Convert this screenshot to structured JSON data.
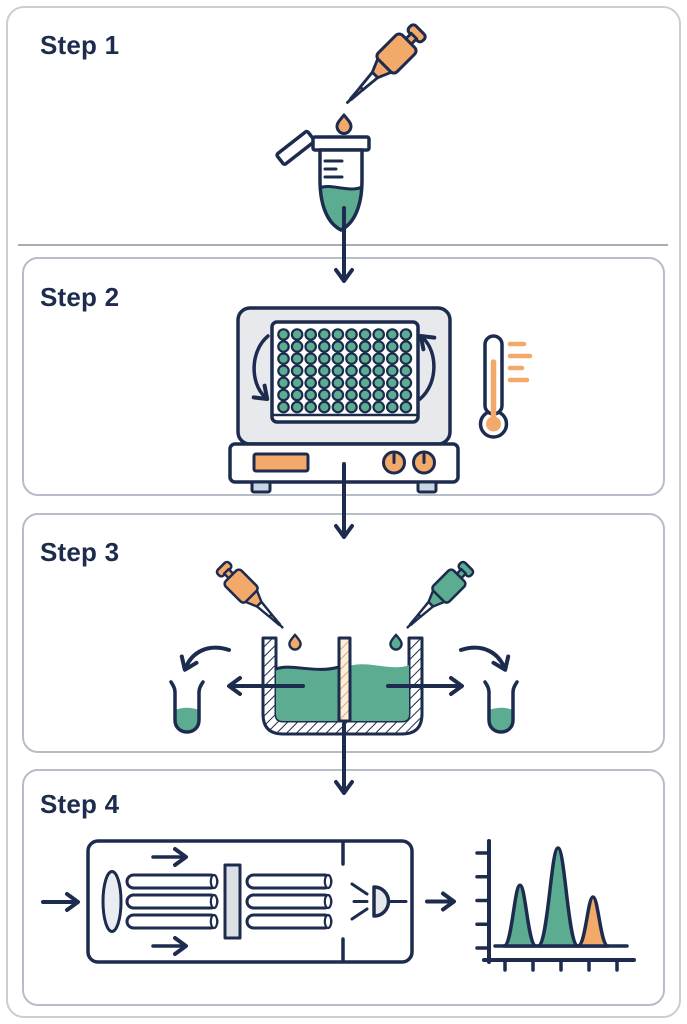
{
  "page": {
    "background": "#ffffff"
  },
  "palette": {
    "navy": "#1d2c4e",
    "teal": "#5cac92",
    "orange": "#f2a96a",
    "machine_gray": "#e8e9ec",
    "panel_border": "#b7bdc7"
  },
  "steps": [
    {
      "label": "Step 1",
      "icons": [
        "pipette-icon",
        "droplet-icon",
        "microcentrifuge-tube-icon"
      ]
    },
    {
      "label": "Step 2",
      "icons": [
        "plate-shaker-icon",
        "well-plate-icon",
        "rotation-arrow-icon",
        "thermometer-icon",
        "heat-lines-icon"
      ]
    },
    {
      "label": "Step 3",
      "icons": [
        "pipette-icon",
        "droplet-icon",
        "two-chamber-vessel-icon",
        "collection-tube-icon",
        "transfer-arrow-icon"
      ]
    },
    {
      "label": "Step 4",
      "icons": [
        "capillary-device-icon",
        "lens-icon",
        "filter-icon",
        "detector-icon",
        "chromatogram-icon"
      ]
    }
  ],
  "well_plate": {
    "rows": 7,
    "cols": 10
  },
  "chart_data": {
    "type": "area",
    "title": "",
    "xlabel": "",
    "ylabel": "",
    "x_tick_count": 5,
    "y_tick_count": 5,
    "grid": false,
    "legend": false,
    "peaks": [
      {
        "name": "peak-1",
        "relative_height": 0.62,
        "color": "#5cac92"
      },
      {
        "name": "peak-2",
        "relative_height": 1.0,
        "color": "#5cac92"
      },
      {
        "name": "peak-3",
        "relative_height": 0.5,
        "color": "#f2a96a"
      }
    ]
  }
}
